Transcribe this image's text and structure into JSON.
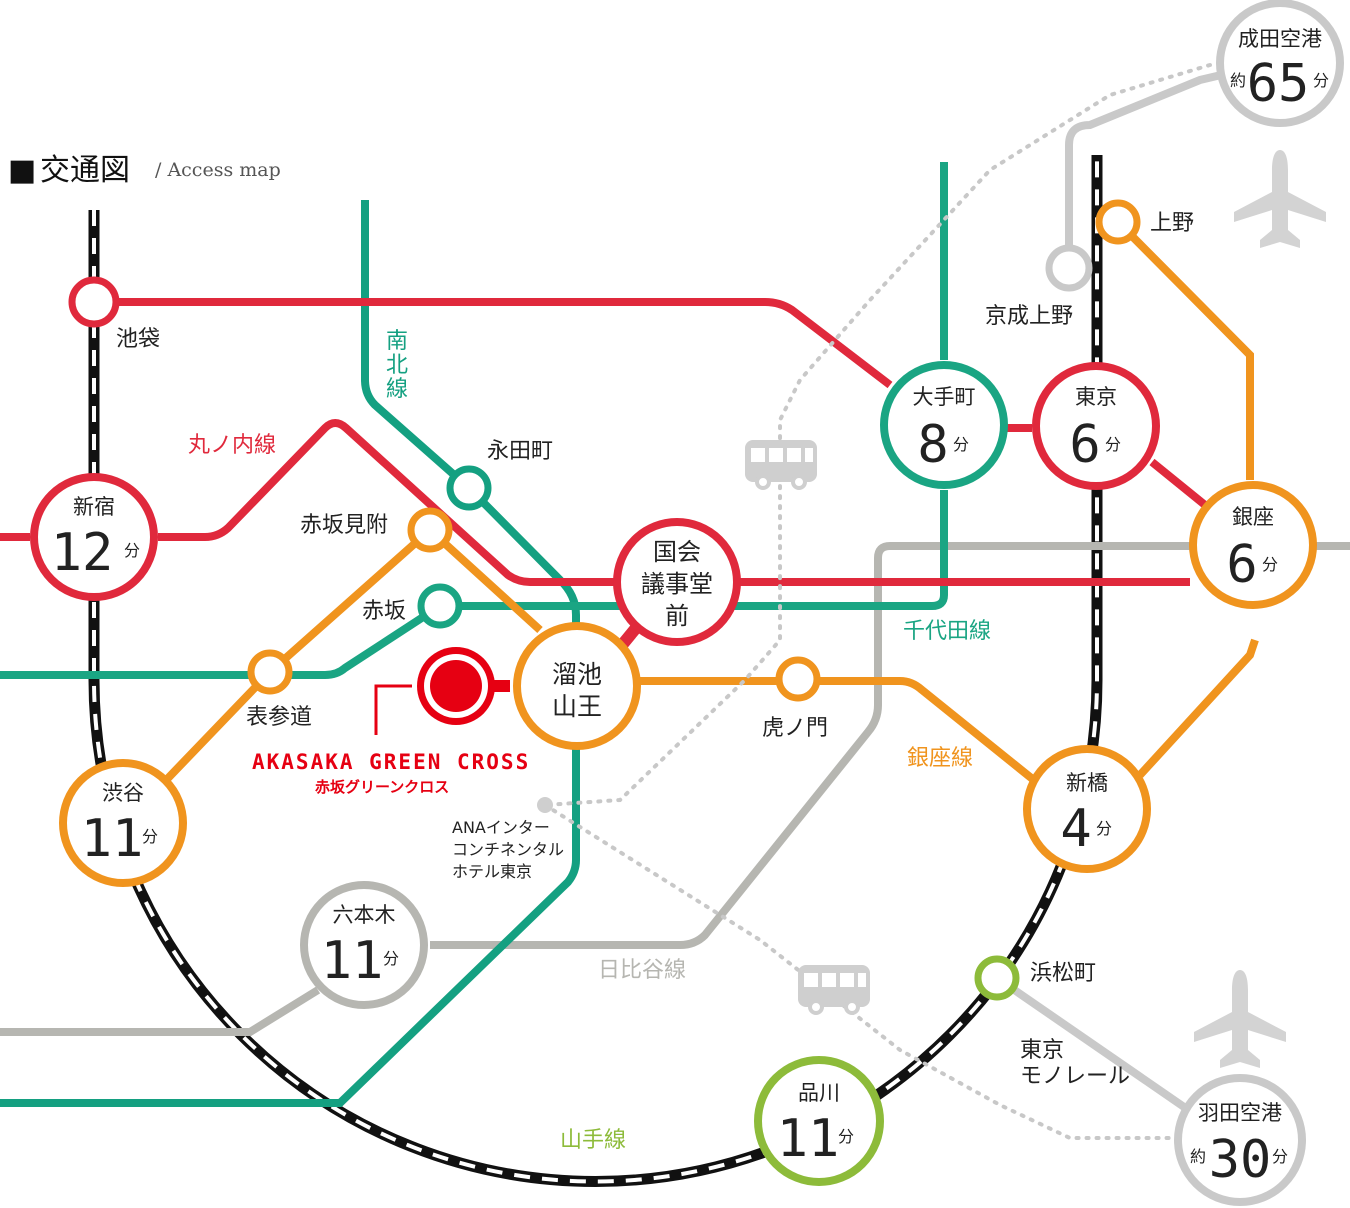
{
  "title": {
    "square": "■",
    "main": "交通図",
    "sub": "/ Access map"
  },
  "colors": {
    "marunouchi": "#e0293c",
    "namboku": "#14a081",
    "chiyoda": "#1aa583",
    "ginza": "#f0941e",
    "hibiya": "#b6b6b1",
    "yamanote": "#8dbb3a",
    "keisei": "#c9c9c9",
    "site": "#e60012",
    "bus": "#cccccc"
  },
  "lines": {
    "marunouchi": "丸ノ内線",
    "namboku": "南北線",
    "chiyoda": "千代田線",
    "ginza": "銀座線",
    "hibiya": "日比谷線",
    "yamanote": "山手線",
    "monorail_1": "東京",
    "monorail_2": "モノレール"
  },
  "stations": {
    "ikebukuro": "池袋",
    "shinjuku": {
      "name": "新宿",
      "min": "12",
      "unit": "分"
    },
    "shibuya": {
      "name": "渋谷",
      "min": "11",
      "unit": "分"
    },
    "roppongi": {
      "name": "六本木",
      "min": "11",
      "unit": "分"
    },
    "shinagawa": {
      "name": "品川",
      "min": "11",
      "unit": "分"
    },
    "otemachi": {
      "name": "大手町",
      "min": "8",
      "unit": "分"
    },
    "tokyo": {
      "name": "東京",
      "min": "6",
      "unit": "分"
    },
    "ginza": {
      "name": "銀座",
      "min": "6",
      "unit": "分"
    },
    "shimbashi": {
      "name": "新橋",
      "min": "4",
      "unit": "分"
    },
    "kokkai_1": "国会",
    "kokkai_2": "議事堂",
    "kokkai_3": "前",
    "tameike_1": "溜池",
    "tameike_2": "山王",
    "nagatacho": "永田町",
    "akasakamitsuke": "赤坂見附",
    "akasaka": "赤坂",
    "omotesando": "表参道",
    "toranomon": "虎ノ門",
    "ueno": "上野",
    "keisei_ueno": "京成上野",
    "hamamatsucho": "浜松町",
    "narita": {
      "name": "成田空港",
      "prefix": "約",
      "min": "65",
      "unit": "分"
    },
    "haneda": {
      "name": "羽田空港",
      "prefix": "約",
      "min": "30",
      "unit": "分"
    }
  },
  "site": {
    "name_en": "AKASAKA GREEN CROSS",
    "name_jp": "赤坂グリーンクロス"
  },
  "hotel": {
    "line1": "ANAインター",
    "line2": "コンチネンタル",
    "line3": "ホテル東京"
  },
  "icons": [
    "airplane-icon",
    "bus-icon"
  ]
}
